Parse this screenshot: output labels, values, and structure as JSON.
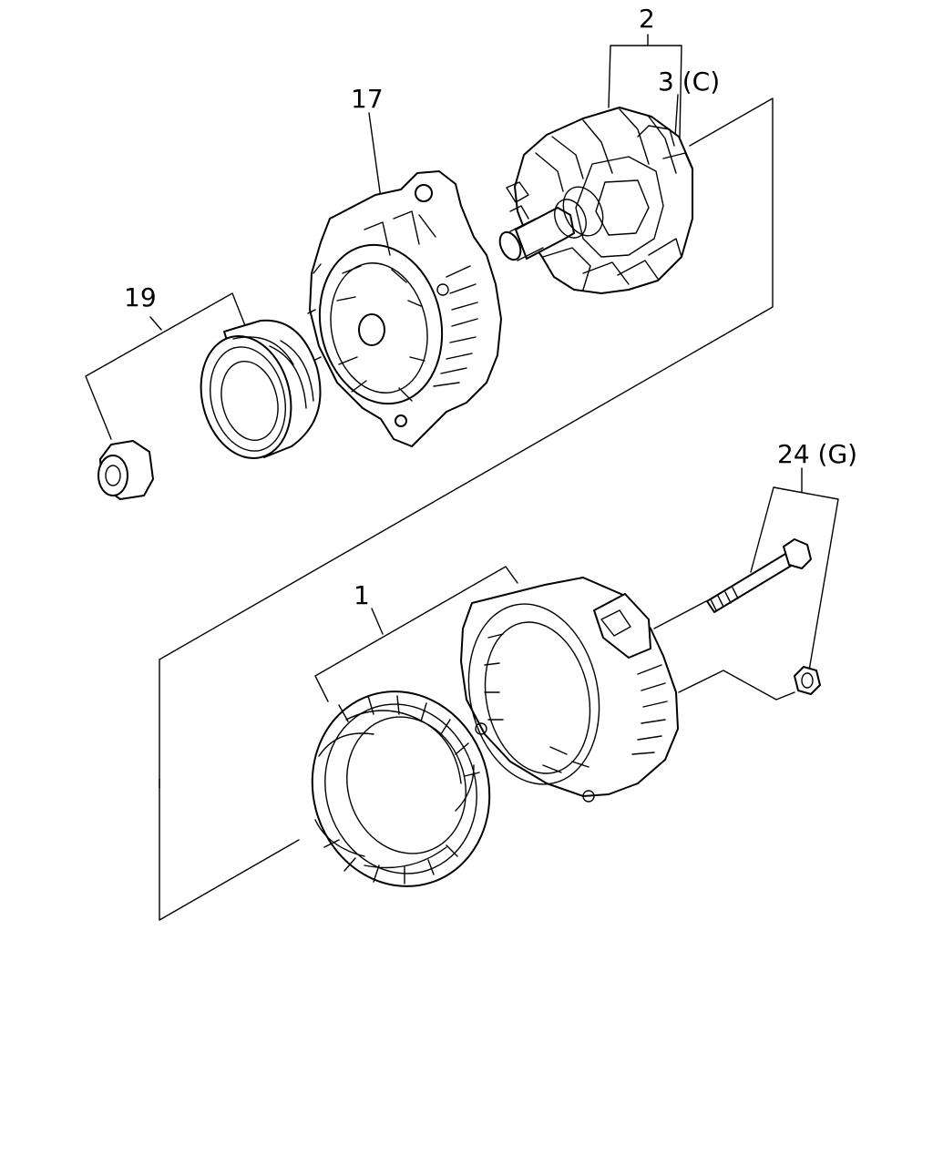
{
  "labels": {
    "rotor": "2",
    "rotor_part_c": "3 (C)",
    "front_housing": "17",
    "pulley_kit": "19",
    "bolt_kit": "24 (G)",
    "stator_kit": "1"
  }
}
